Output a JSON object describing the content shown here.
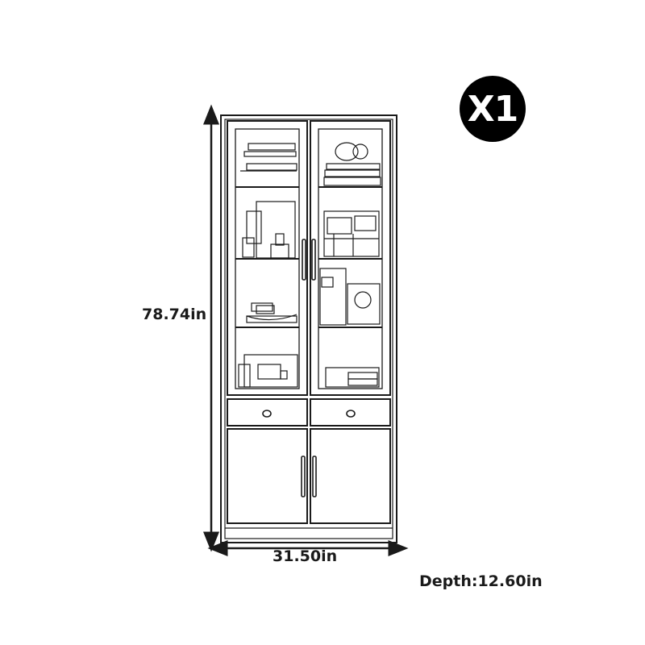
{
  "badge": {
    "text": "X1",
    "bg_color": "#000000",
    "text_color": "#ffffff"
  },
  "dimensions": {
    "height": "78.74in",
    "width": "31.50in",
    "depth": "Depth:12.60in"
  },
  "colors": {
    "line": "#1a1a1a",
    "background": "#ffffff"
  }
}
